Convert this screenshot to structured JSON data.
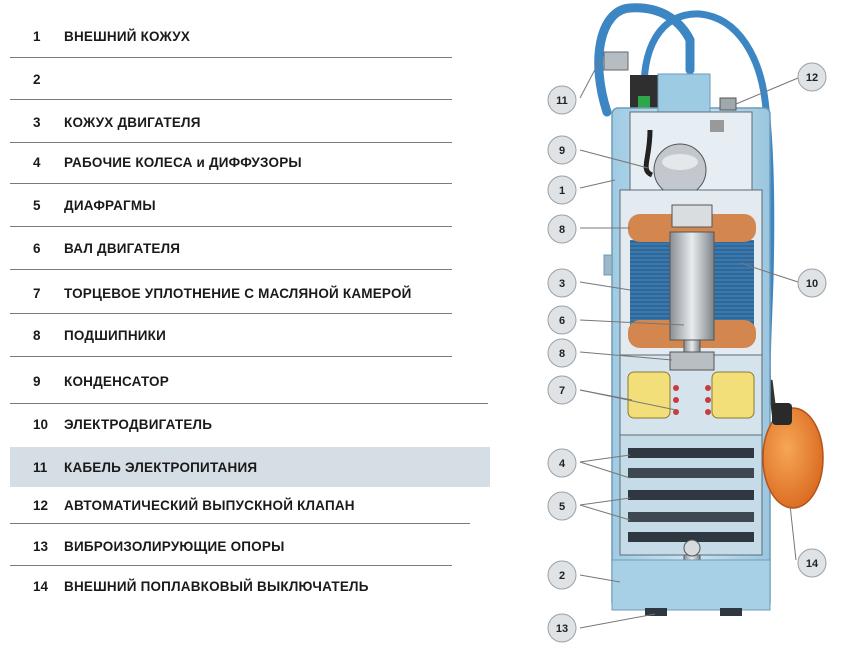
{
  "legend": [
    {
      "num": "1",
      "label": "ВНЕШНИЙ КОЖУХ"
    },
    {
      "num": "2",
      "label": ""
    },
    {
      "num": "3",
      "label": "КОЖУХ ДВИГАТЕЛЯ"
    },
    {
      "num": "4",
      "label": "РАБОЧИЕ КОЛЕСА и ДИФФУЗОРЫ"
    },
    {
      "num": "5",
      "label": "ДИАФРАГМЫ"
    },
    {
      "num": "6",
      "label": "ВАЛ ДВИГАТЕЛЯ"
    },
    {
      "num": "7",
      "label": "ТОРЦЕВОЕ УПЛОТНЕНИЕ  С МАСЛЯНОЙ КАМЕРОЙ"
    },
    {
      "num": "8",
      "label": "ПОДШИПНИКИ"
    },
    {
      "num": "9",
      "label": "КОНДЕНСАТОР"
    },
    {
      "num": "10",
      "label": "ЭЛЕКТРОДВИГАТЕЛЬ"
    },
    {
      "num": "11",
      "label": "КАБЕЛЬ ЭЛЕКТРОПИТАНИЯ"
    },
    {
      "num": "12",
      "label": "АВТОМАТИЧЕСКИЙ ВЫПУСКНОЙ КЛАПАН"
    },
    {
      "num": "13",
      "label": "ВИБРОИЗОЛИРУЮЩИЕ ОПОРЫ"
    },
    {
      "num": "14",
      "label": "ВНЕШНИЙ ПОПЛАВКОВЫЙ ВЫКЛЮЧАТЕЛЬ"
    }
  ],
  "callouts": {
    "c11": "11",
    "c12": "12",
    "c9": "9",
    "c1": "1",
    "c8a": "8",
    "c10": "10",
    "c3": "3",
    "c6": "6",
    "c8b": "8",
    "c7": "7",
    "c4": "4",
    "c5": "5",
    "c14": "14",
    "c2": "2",
    "c13": "13"
  },
  "colors": {
    "casing": "#aed4e8",
    "motor": "#3d7fb3",
    "copper": "#d3864e",
    "float": "#e67a22",
    "cable": "#3d86c4",
    "oil": "#f3df7a"
  }
}
